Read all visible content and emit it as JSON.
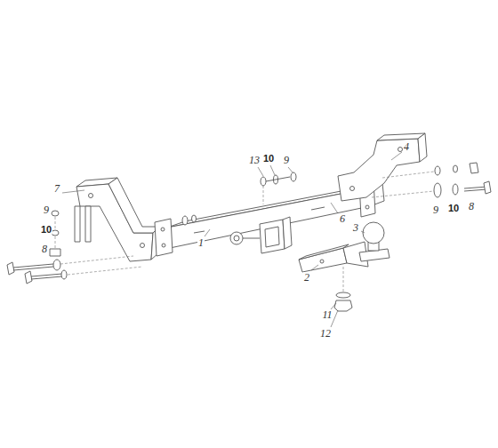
{
  "diagram": {
    "labels": [
      "4",
      "13",
      "10",
      "9",
      "7",
      "9",
      "10",
      "8",
      "6",
      "3",
      "9",
      "10",
      "8",
      "1",
      "2",
      "11",
      "12"
    ]
  }
}
